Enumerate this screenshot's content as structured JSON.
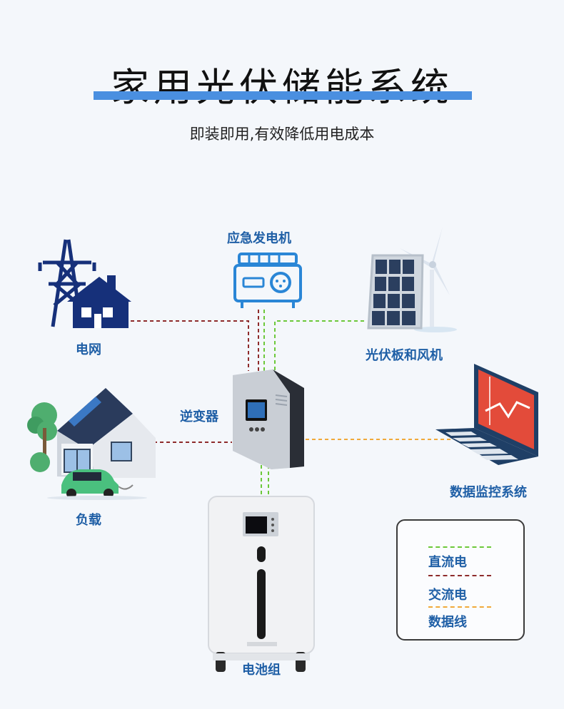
{
  "title": "家用光伏储能系统",
  "subtitle": "即装即用,有效降低用电成本",
  "nodes": {
    "grid": "电网",
    "generator": "应急发电机",
    "solar_wind": "光伏板和风机",
    "inverter": "逆变器",
    "load": "负载",
    "monitor": "数据监控系统",
    "battery": "电池组"
  },
  "legend": {
    "dc": "直流电",
    "ac": "交流电",
    "data": "数据线"
  },
  "colors": {
    "dc": "#6cc83a",
    "ac": "#8e2b2b",
    "data": "#f0a93a",
    "accent": "#4a8fe0",
    "label": "#1f5fa6"
  }
}
